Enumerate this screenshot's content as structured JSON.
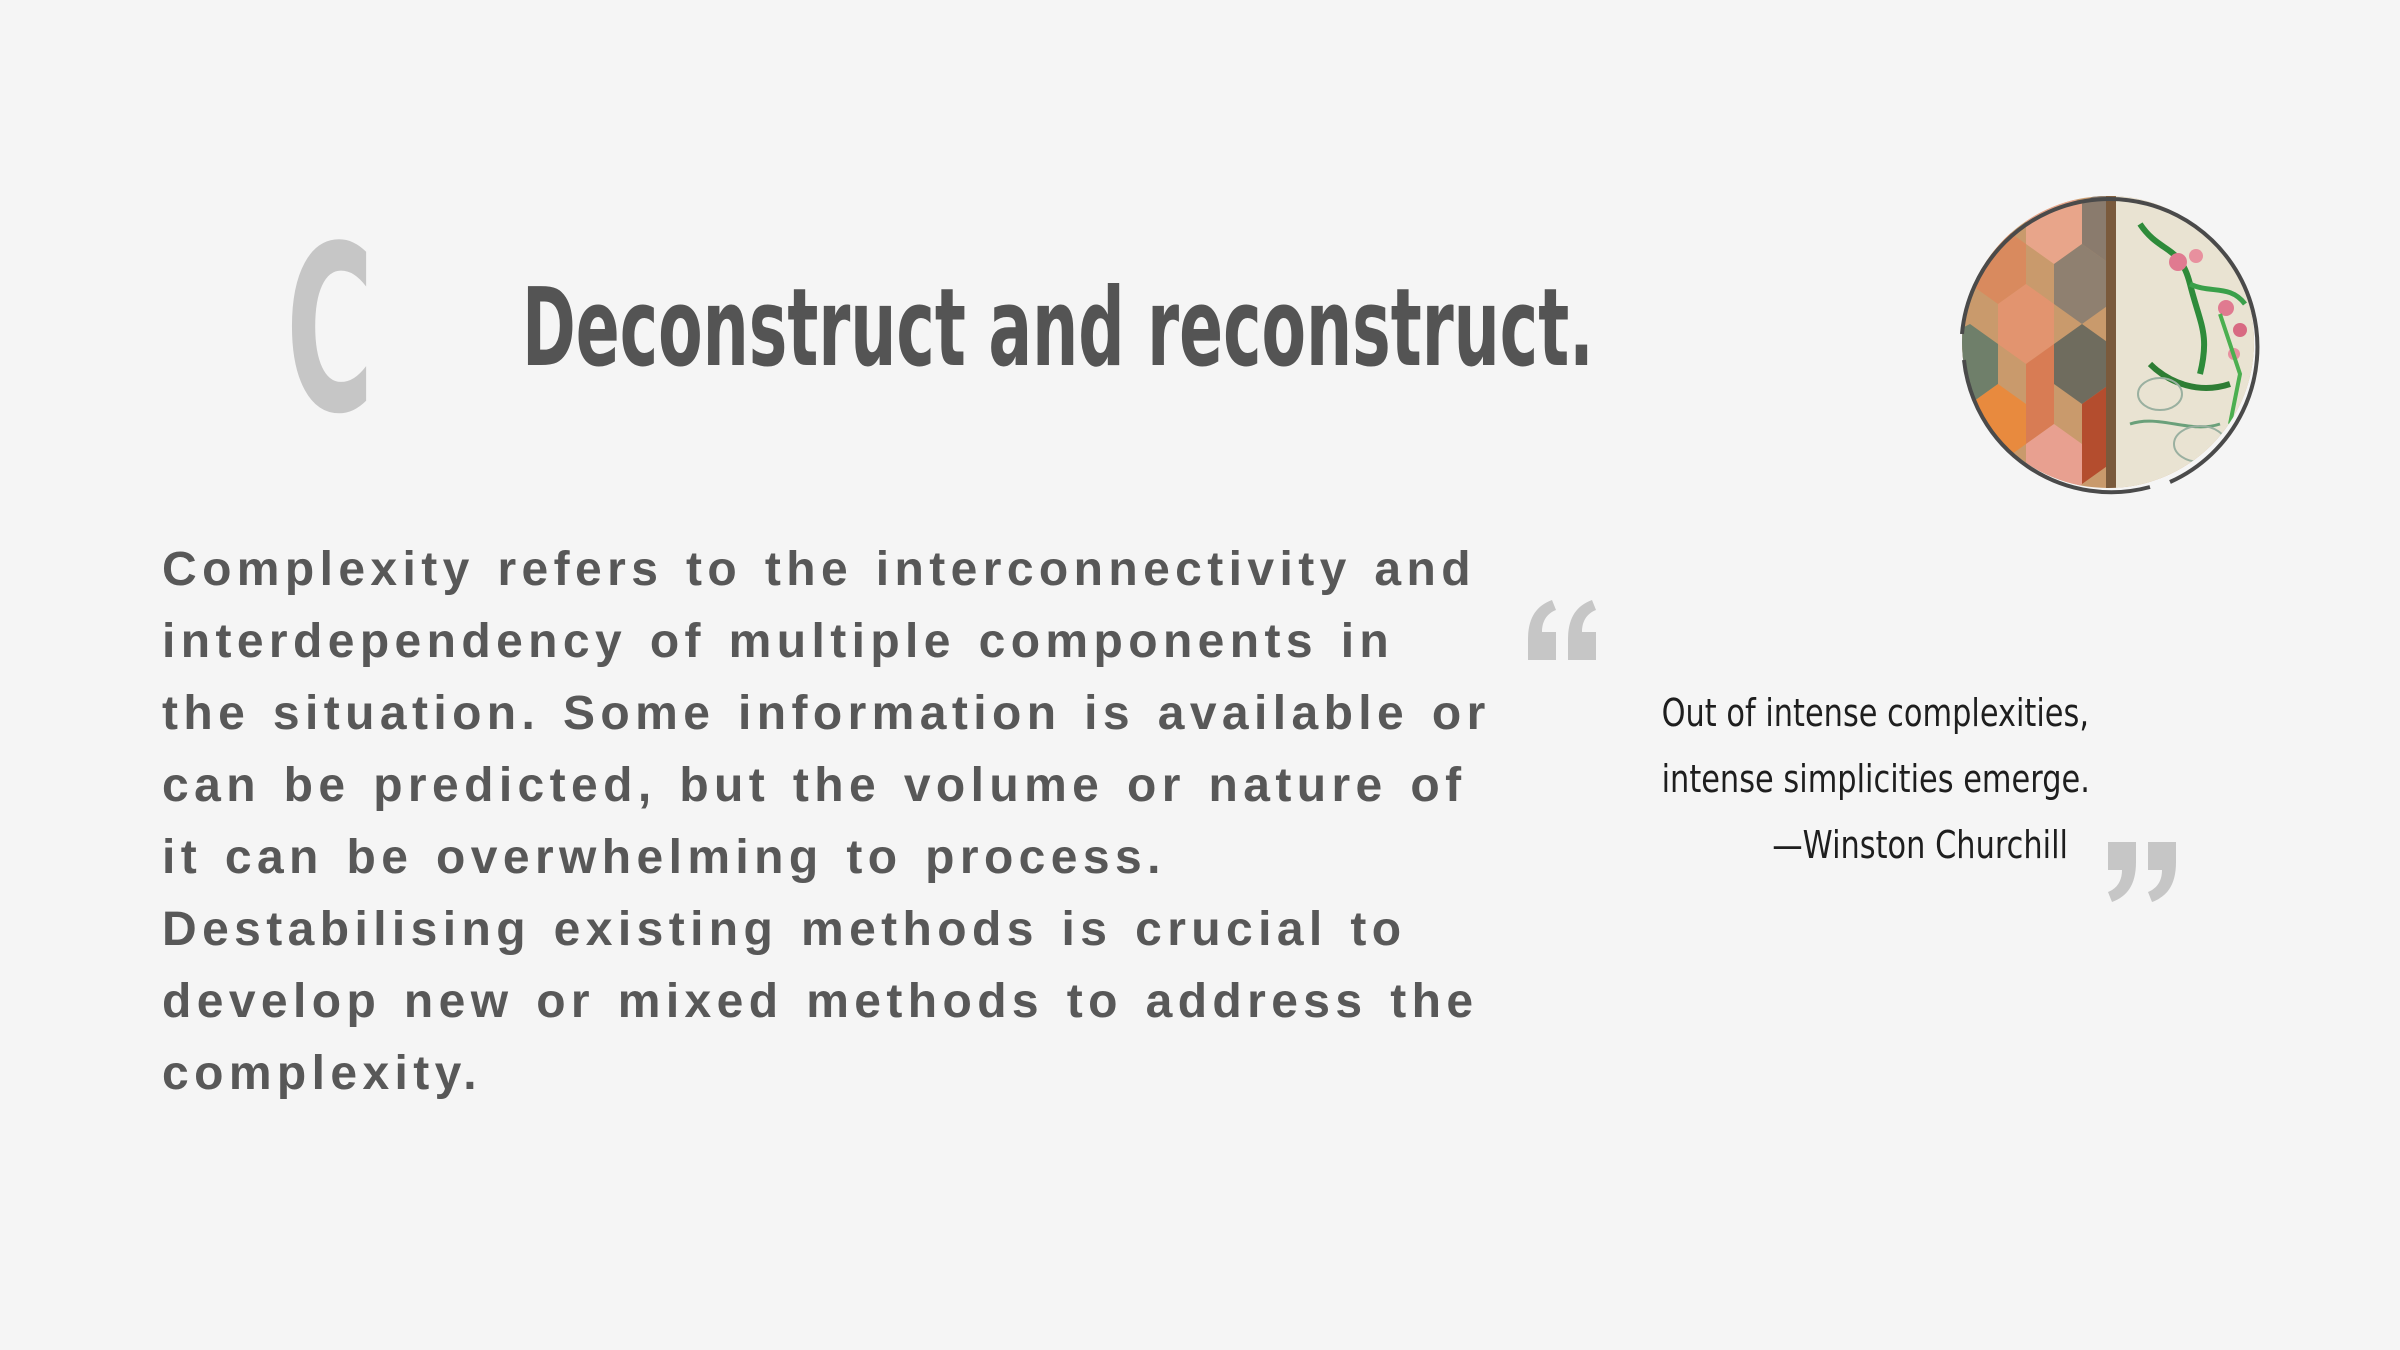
{
  "slide": {
    "letter": "C",
    "title": "Deconstruct and reconstruct.",
    "body": "Complexity refers to the interconnectivity and interdependency of multiple components in the situation. Some information is available or can be predicted, but the volume or nature of it can be overwhelming to process. Destabilising existing methods is crucial to develop new or mixed methods to address the complexity.",
    "quote": {
      "line1": "Out of intense complexities,",
      "line2": "intense simplicities emerge.",
      "attribution": "—Winston Churchill"
    },
    "image": {
      "icon": "patchwork-quilt-photo"
    }
  },
  "colors": {
    "background": "#f5f5f5",
    "title": "#545454",
    "letter": "#c6c6c6",
    "body": "#585858",
    "quote_marks": "#c6c6c6",
    "quote_text": "#1e1e1e"
  }
}
